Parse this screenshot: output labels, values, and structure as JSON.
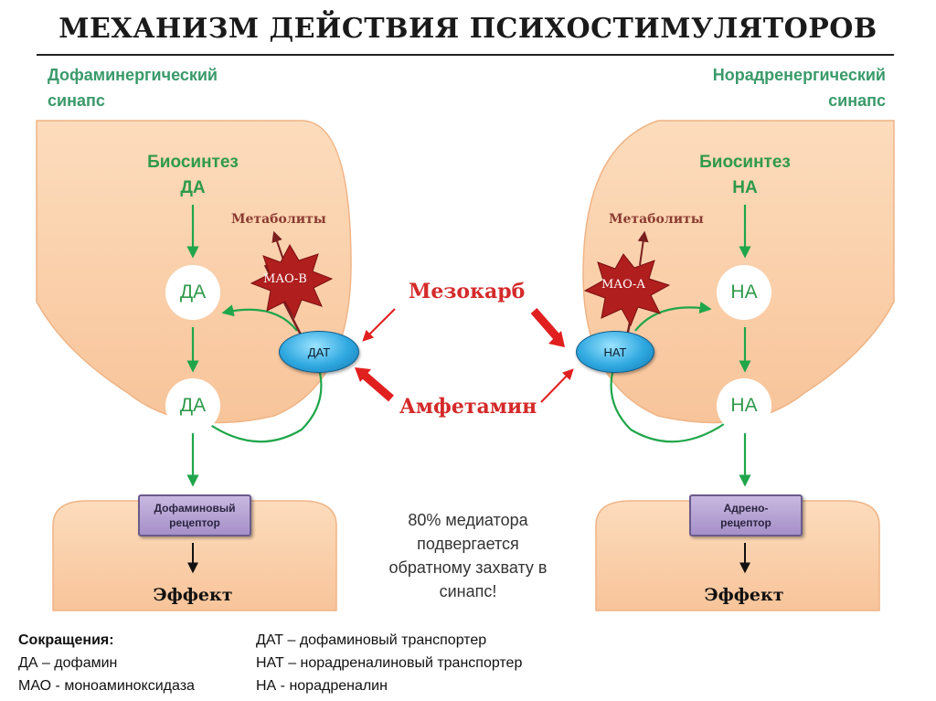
{
  "title": "МЕХАНИЗМ ДЕЙСТВИЯ ПСИХОСТИМУЛЯТОРОВ",
  "left_synapse": {
    "label_line1": "Дофаминергический",
    "label_line2": "синапс",
    "biosynthesis_line1": "Биосинтез",
    "biosynthesis_line2": "ДА",
    "metabolites": "Метаболиты",
    "enzyme": "МАО-В",
    "transporter": "ДАТ",
    "mediator_top": "ДА",
    "mediator_bottom": "ДА",
    "receptor_line1": "Дофаминовый",
    "receptor_line2": "рецептор",
    "effect": "Эффект"
  },
  "right_synapse": {
    "label_line1": "Норадренергический",
    "label_line2": "синапс",
    "biosynthesis_line1": "Биосинтез",
    "biosynthesis_line2": "НА",
    "metabolites": "Метаболиты",
    "enzyme": "МАО-А",
    "transporter": "НАТ",
    "mediator_top": "НА",
    "mediator_bottom": "НА",
    "receptor_line1": "Адрено-",
    "receptor_line2": "рецептор",
    "effect": "Эффект"
  },
  "drugs": {
    "mesocarb": "Мезокарб",
    "amphetamine": "Амфетамин"
  },
  "note": {
    "line1": "80% медиатора",
    "line2": "подвергается",
    "line3": "обратному захвату в",
    "line4": "синапс!"
  },
  "abbreviations": {
    "heading": "Сокращения:",
    "left": [
      "ДА – дофамин",
      "МАО - моноаминоксидаза"
    ],
    "right": [
      "ДАТ – дофаминовый транспортер",
      "НАТ – норадреналиновый транспортер",
      "НА - норадреналин"
    ]
  },
  "colors": {
    "neuron_fill": "#fbd0a8",
    "neuron_edge": "#f0b888",
    "green_arrow": "#1fa64a",
    "red_arrow": "#e0201f",
    "star": "#b01e1e",
    "metabolite_arrow": "#7a1f1f"
  }
}
